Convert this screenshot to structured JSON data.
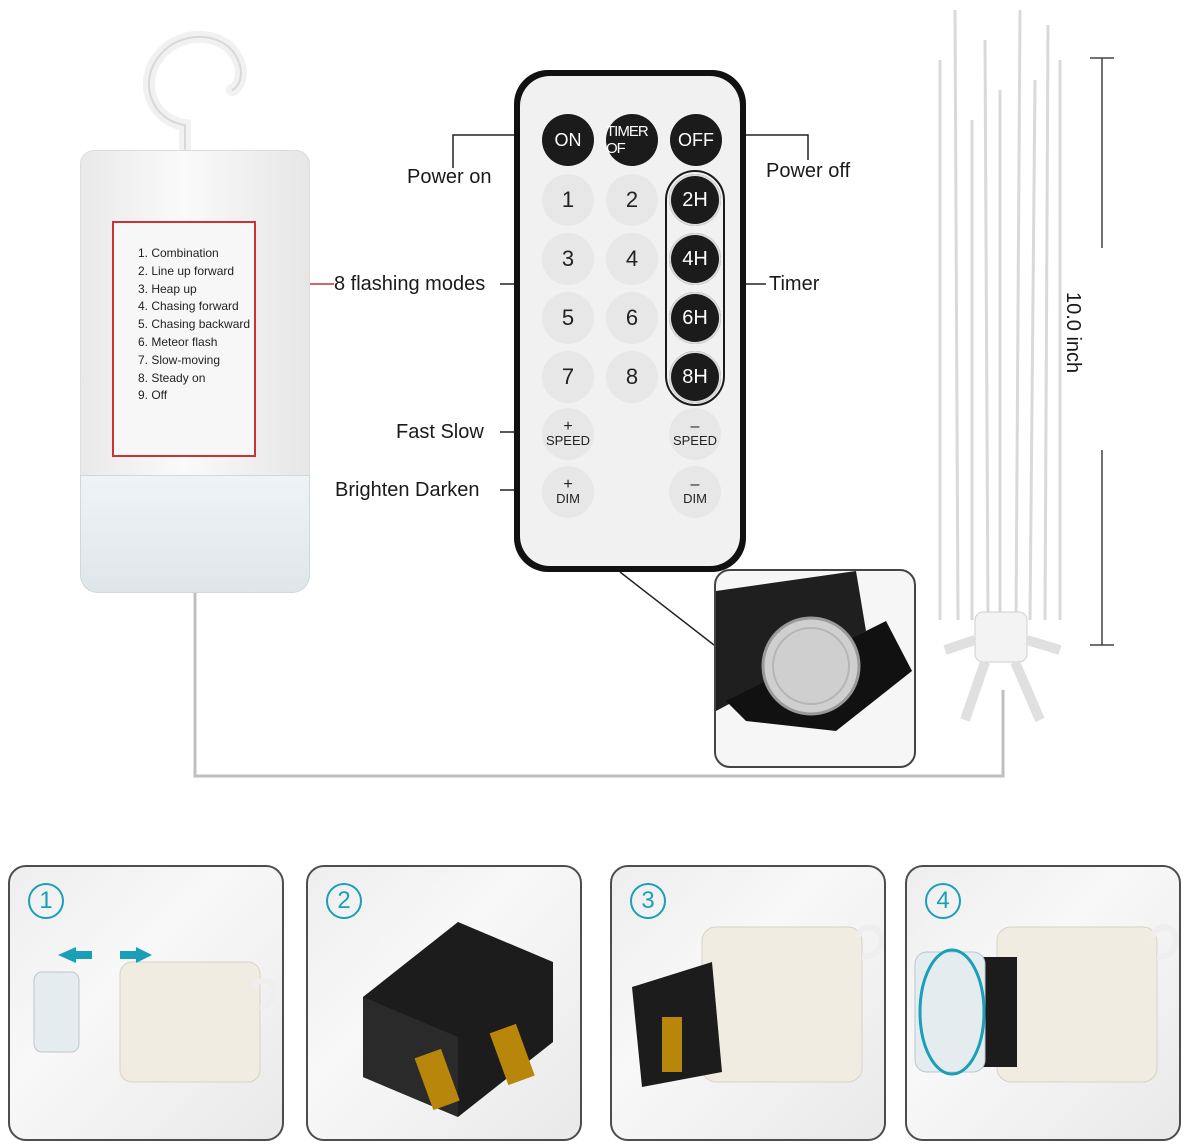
{
  "modes": [
    "1. Combination",
    "2. Line up forward",
    "3. Heap up",
    "4. Chasing forward",
    "5. Chasing backward",
    "6. Meteor flash",
    "7. Slow-moving",
    "8. Steady on",
    "9. Off"
  ],
  "remote": {
    "on": "ON",
    "timer_off": "TIMER OF",
    "off": "OFF",
    "numbers": [
      "1",
      "2",
      "3",
      "4",
      "5",
      "6",
      "7",
      "8"
    ],
    "timers": [
      "2H",
      "4H",
      "6H",
      "8H"
    ],
    "speed_plus": "+",
    "speed_minus": "–",
    "speed": "SPEED",
    "dim_plus": "+",
    "dim_minus": "–",
    "dim": "DIM"
  },
  "callouts": {
    "power_on": "Power on",
    "power_off": "Power off",
    "flashing_modes": "8 flashing modes",
    "timer": "Timer",
    "fast_slow": "Fast  Slow",
    "brighten_darken": "Brighten  Darken"
  },
  "dimension": "10.0 inch",
  "steps": [
    "1",
    "2",
    "3",
    "4"
  ],
  "colors": {
    "accent": "#1a9fb8",
    "label_border": "#cc3333",
    "remote": "#111111"
  }
}
